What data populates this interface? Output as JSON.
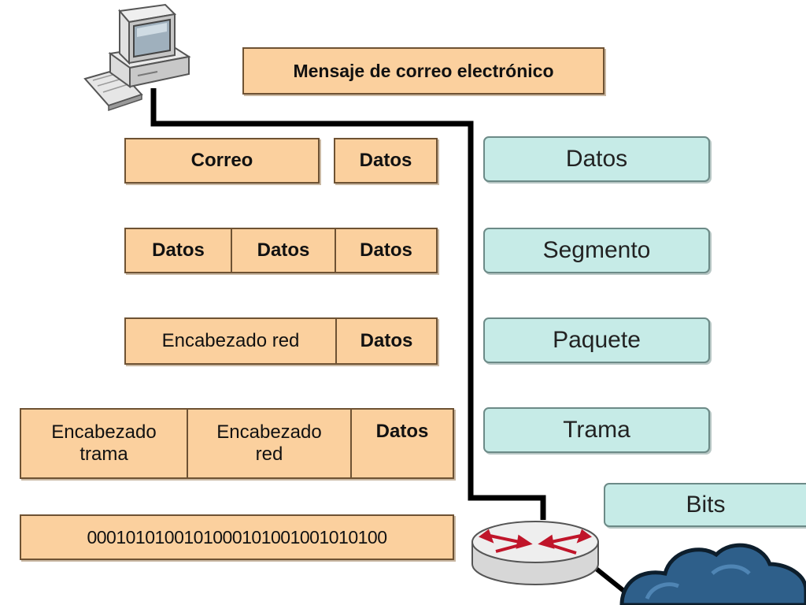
{
  "encapsulation": {
    "message": "Mensaje de correo electrónico",
    "row1": [
      "Correo",
      "Datos"
    ],
    "row2": [
      "Datos",
      "Datos",
      "Datos"
    ],
    "row3": [
      "Encabezado red",
      "Datos"
    ],
    "row4": [
      "Encabezado trama",
      "Encabezado red",
      "Datos"
    ],
    "row5": "0001010100101000101001001010100"
  },
  "layers": [
    "Datos",
    "Segmento",
    "Paquete",
    "Trama",
    "Bits"
  ],
  "colors": {
    "pdu_fill": "#fbd09e",
    "layer_fill": "#c6ebe7",
    "cable": "#000000",
    "cloud": "#2e5f8a"
  },
  "icons": [
    "computer-icon",
    "router-icon",
    "network-cloud-icon"
  ]
}
